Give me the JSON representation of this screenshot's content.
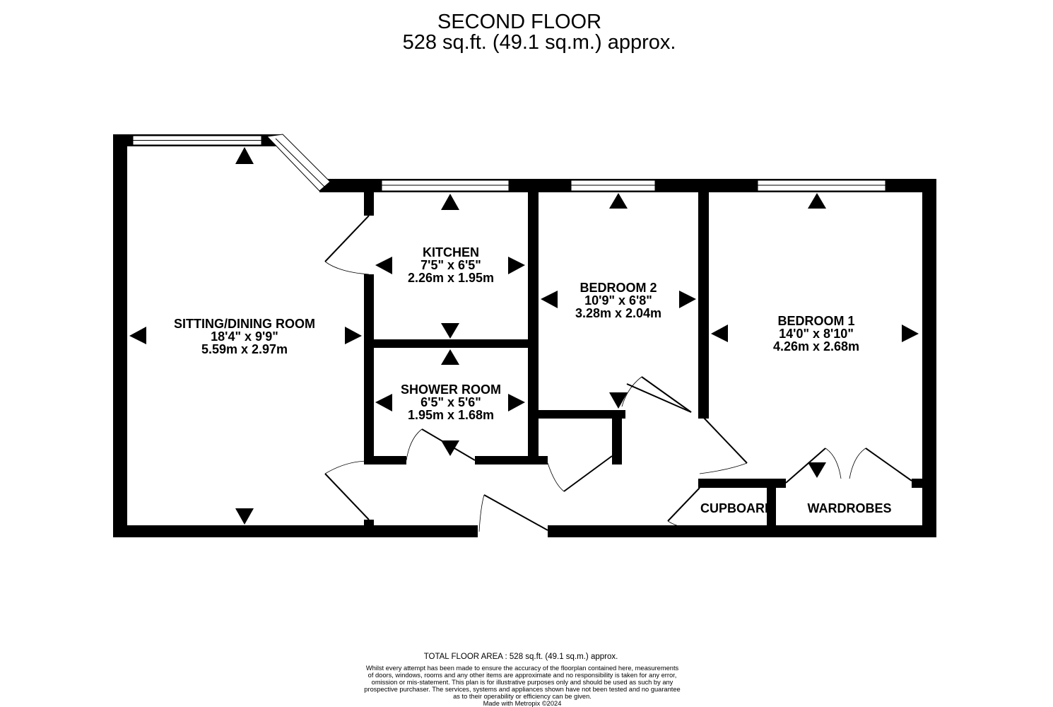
{
  "header": {
    "title": "SECOND FLOOR",
    "area": "528 sq.ft. (49.1 sq.m.) approx."
  },
  "rooms": [
    {
      "name": "SITTING/DINING ROOM",
      "imperial": "18'4\"  x 9'9\"",
      "metric": "5.59m  x 2.97m"
    },
    {
      "name": "KITCHEN",
      "imperial": "7'5\"  x 6'5\"",
      "metric": "2.26m  x 1.95m"
    },
    {
      "name": "SHOWER ROOM",
      "imperial": "6'5\"  x 5'6\"",
      "metric": "1.95m  x 1.68m"
    },
    {
      "name": "BEDROOM 2",
      "imperial": "10'9\"  x 6'8\"",
      "metric": "3.28m  x 2.04m"
    },
    {
      "name": "BEDROOM 1",
      "imperial": "14'0\"  x 8'10\"",
      "metric": "4.26m  x 2.68m"
    }
  ],
  "storage": {
    "cupboard": "CUPBOARD",
    "wardrobes": "WARDROBES"
  },
  "footer": {
    "total": "TOTAL FLOOR AREA : 528 sq.ft. (49.1 sq.m.) approx.",
    "disclaimer": [
      "Whilst every attempt has been made to ensure the accuracy of the floorplan contained here, measurements",
      "of doors, windows, rooms and any other items are approximate and no responsibility is taken for any error,",
      "omission or mis-statement. This plan is for illustrative purposes only and should be used as such by any",
      "prospective purchaser. The services, systems and appliances shown have not been tested and no guarantee",
      "as to their operability or efficiency can be given."
    ],
    "credit": "Made with Metropix ©2024"
  }
}
